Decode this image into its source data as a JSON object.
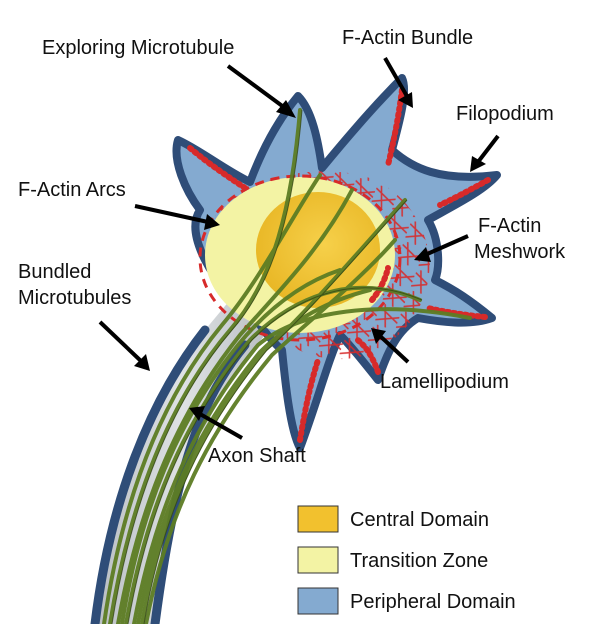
{
  "labels": {
    "exploring_microtubule": "Exploring Microtubule",
    "f_actin_bundle": "F-Actin Bundle",
    "filopodium": "Filopodium",
    "f_actin_arcs": "F-Actin Arcs",
    "f_actin_meshwork_line1": "F-Actin",
    "f_actin_meshwork_line2": "Meshwork",
    "bundled_microtubules_line1": "Bundled",
    "bundled_microtubules_line2": "Microtubules",
    "lamellipodium": "Lamellipodium",
    "axon_shaft": "Axon Shaft"
  },
  "legend": [
    {
      "label": "Central Domain",
      "color": "#f2c12e"
    },
    {
      "label": "Transition Zone",
      "color": "#f3f3a4"
    },
    {
      "label": "Peripheral Domain",
      "color": "#84aad0"
    }
  ],
  "colors": {
    "membrane": "#2f4d78",
    "peripheral": "#84aad0",
    "transition": "#f3f3a4",
    "central": "#f2c12e",
    "axon_fill": "#c7cbcf",
    "microtubule": "#5d7d24",
    "actin": "#d72a2a"
  }
}
